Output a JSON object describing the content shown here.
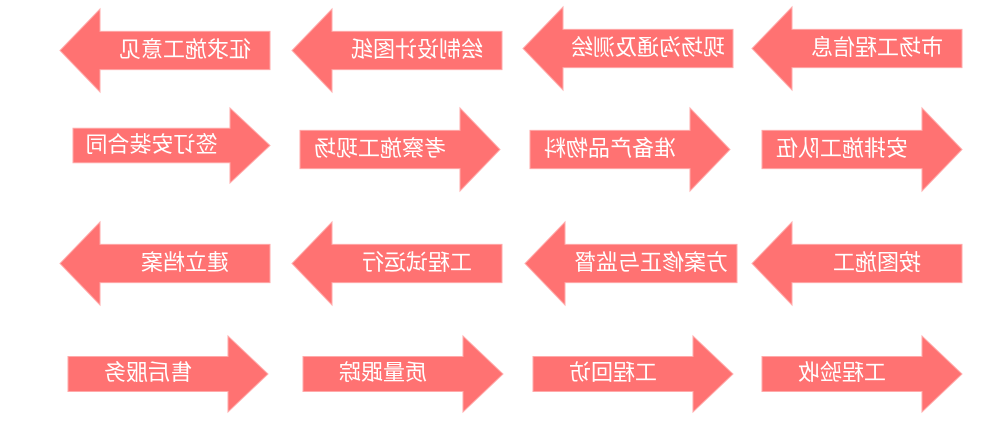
{
  "colors": {
    "arrow_fill": "#ff7272",
    "arrow_edge": "#ffaaaa",
    "text": "#ffffff"
  },
  "steps": [
    {
      "label": "市场工程信息",
      "direction": "left"
    },
    {
      "label": "现场沟通及测绘",
      "direction": "left"
    },
    {
      "label": "绘制设计图纸",
      "direction": "left"
    },
    {
      "label": "征求施工意见",
      "direction": "left"
    },
    {
      "label": "安排施工队伍",
      "direction": "right"
    },
    {
      "label": "准备产品物料",
      "direction": "right"
    },
    {
      "label": "考察施工现场",
      "direction": "right"
    },
    {
      "label": "签订安装合同",
      "direction": "right"
    },
    {
      "label": "按图施工",
      "direction": "left"
    },
    {
      "label": "方案修正与监督",
      "direction": "left"
    },
    {
      "label": "工程试运行",
      "direction": "left"
    },
    {
      "label": "建立档案",
      "direction": "left"
    },
    {
      "label": "工程验收",
      "direction": "right"
    },
    {
      "label": "工程回访",
      "direction": "right"
    },
    {
      "label": "质量跟踪",
      "direction": "right"
    },
    {
      "label": "售后服务",
      "direction": "right"
    }
  ]
}
